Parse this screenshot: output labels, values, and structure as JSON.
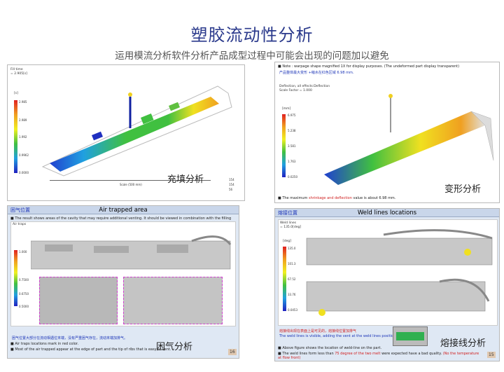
{
  "header": {
    "title": "塑胶流动性分析",
    "subtitle": "运用模流分析软件分析产品成型过程中可能会出现的问题加以避免"
  },
  "panel_fill": {
    "label": "Fill time",
    "value": "= 2.905[s]",
    "unit": "[s]",
    "ticks": [
      "2.985",
      "2.989",
      "1.992",
      "0.9962",
      "0.0000"
    ],
    "caption": "充填分析",
    "scale": "Scale (500 mm)",
    "axis_vals": [
      "154",
      "154",
      "56"
    ]
  },
  "panel_warp": {
    "note": "Note : warpage shape magnified 1X for display purposes.  (The undeformed  part display transparent)",
    "note_cn": "产品整体最大变形 +缩水在红色区域 6.98 mm.",
    "deflection_label": "Deflection, all effects:Deflection",
    "scale_factor": "Scale Factor = 1.000",
    "unit": "[mm]",
    "ticks": [
      "6.975",
      "5.238",
      "3.581",
      "1.763",
      "0.0250"
    ],
    "caption": "变形分析",
    "bottom_pre": "The maximum ",
    "bottom_red": "shrinkage and deflection",
    "bottom_post": " value is about 6.98 mm."
  },
  "panel_air": {
    "header_cn": "困气位置",
    "header_en": "Air trapped area",
    "note": "The result shows areas of the cavity that may require additional venting. It should be viewed in combination with the filling",
    "label": "Air traps",
    "ticks": [
      "1.000",
      "0.7500",
      "0.6750",
      "0.5000"
    ],
    "cn_note": "困气位置大部分在流动相遇位末端，没有严重困气存在，流动末端加排气。",
    "bullet1": "Air traps locations mark in red color.",
    "bullet2": "Most of the air trapped appear at the edge of part and the tip of ribs that is easy to vent.",
    "caption": "困气分析",
    "page": "16"
  },
  "panel_weld": {
    "header_cn": "熔接位置",
    "header_en": "Weld lines locations",
    "label": "Weld lines",
    "value": "= 135.0[deg]",
    "unit": "[deg]",
    "ticks": [
      "135.0",
      "101.3",
      "67.52",
      "33.76",
      "0.0453"
    ],
    "cn_note1": "熔接线出现在表面上是可见的，熔接线位置加排气",
    "cn_note2": "The weld lines is visible, adding the vent at the weld lines position.",
    "bullet1": "Above figure shows the location of weld-line on the part.",
    "bullet2_pre": "The weld lines form less than ",
    "bullet2_red": "75 degree of the two melt",
    "bullet2_mid": " were expected have a bad quality. ",
    "bullet2_red2": "(No the temperature at flow front)",
    "caption": "熔接线分析",
    "page": "15"
  },
  "colors": {
    "title": "#2b3a8c",
    "accent_red": "#d02020",
    "accent_blue": "#1d36b8"
  }
}
